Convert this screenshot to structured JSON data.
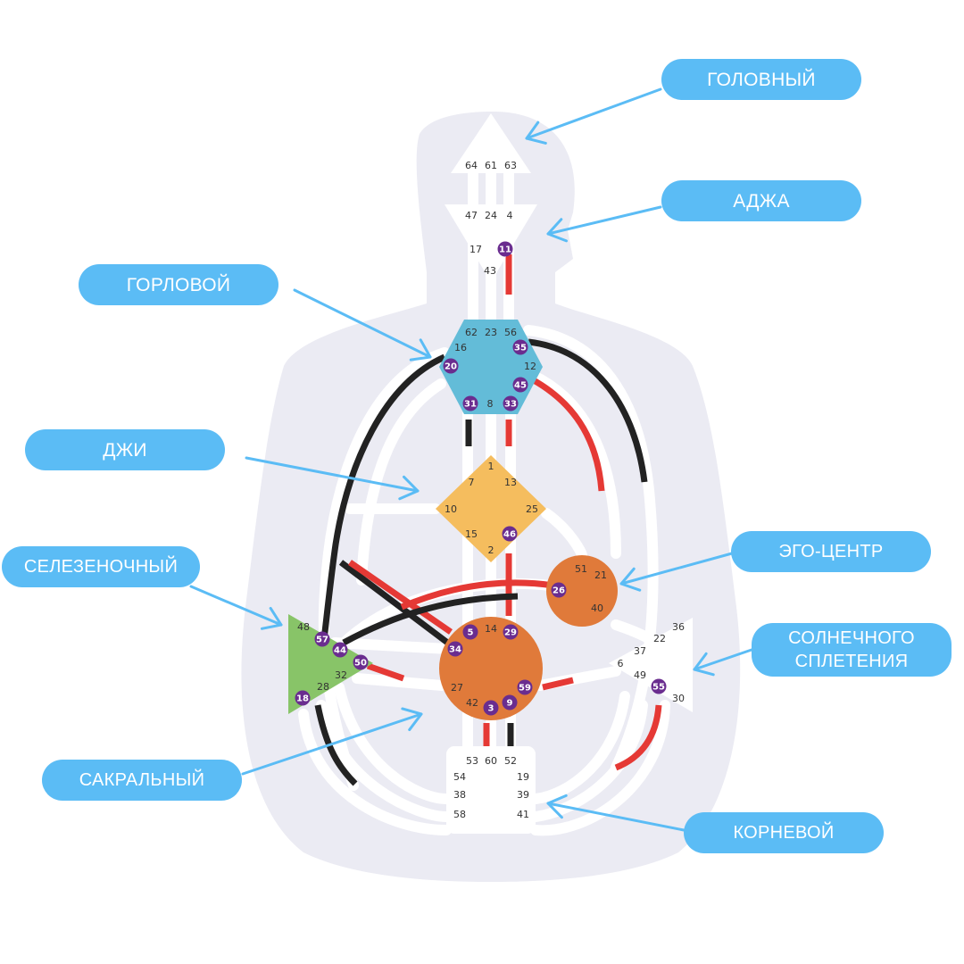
{
  "labels": {
    "head": "ГОЛОВНЫЙ",
    "ajna": "АДЖА",
    "throat": "ГОРЛОВОЙ",
    "g": "ДЖИ",
    "spleen": "СЕЛЕЗЕНОЧНЫЙ",
    "ego": "ЭГО-ЦЕНТР",
    "solar_line1": "СОЛНЕЧНОГО",
    "solar_line2": "СПЛЕТЕНИЯ",
    "sacral": "САКРАЛЬНЫЙ",
    "root": "КОРНЕВОЙ"
  },
  "colors": {
    "pill": "#5bbcf5",
    "arrow": "#5bbcf5",
    "silhouette": "#ebebf3",
    "channel_base": "#ffffff",
    "design": "#e53935",
    "personality": "#222222",
    "activation": "#6a2d8f",
    "head": "#ffffff",
    "ajna": "#ffffff",
    "throat": "#63bcd8",
    "g": "#f5bd5e",
    "ego": "#e07a3a",
    "spleen": "#88c468",
    "sacral": "#e07a3a",
    "solar": "#ffffff",
    "root": "#ffffff"
  },
  "gates": {
    "head": [
      "64",
      "61",
      "63"
    ],
    "ajna": [
      "47",
      "24",
      "4",
      "17",
      "11",
      "43"
    ],
    "throat": [
      "62",
      "23",
      "56",
      "16",
      "35",
      "20",
      "12",
      "45",
      "31",
      "8",
      "33"
    ],
    "g": [
      "1",
      "7",
      "13",
      "10",
      "25",
      "15",
      "46",
      "2"
    ],
    "ego": [
      "51",
      "21",
      "26",
      "40"
    ],
    "spleen": [
      "48",
      "57",
      "44",
      "50",
      "32",
      "28",
      "18"
    ],
    "sacral": [
      "5",
      "14",
      "29",
      "34",
      "27",
      "59",
      "42",
      "3",
      "9"
    ],
    "solar": [
      "36",
      "22",
      "37",
      "6",
      "49",
      "55",
      "30"
    ],
    "root": [
      "53",
      "60",
      "52",
      "54",
      "19",
      "38",
      "39",
      "58",
      "41"
    ]
  },
  "active_gates": [
    "11",
    "35",
    "20",
    "45",
    "31",
    "33",
    "46",
    "26",
    "57",
    "44",
    "50",
    "18",
    "5",
    "29",
    "34",
    "59",
    "3",
    "9",
    "55"
  ]
}
